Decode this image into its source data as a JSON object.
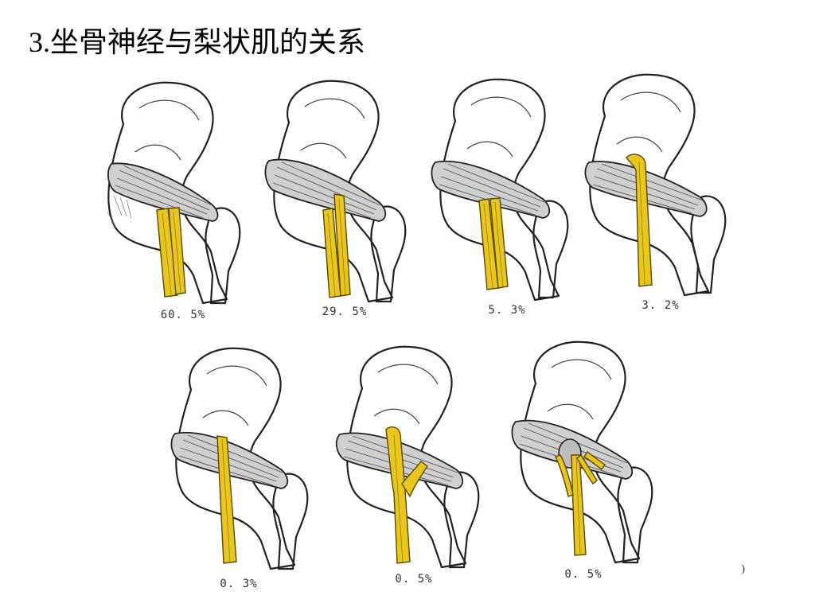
{
  "slide": {
    "title": "3.坐骨神经与梨状肌的关系",
    "corner_mark": ")"
  },
  "colors": {
    "nerve": "#e9c61c",
    "muscle": "#cfcfcf",
    "outline": "#222222"
  },
  "figures": [
    {
      "label": "60. 5%",
      "variant": "both-below"
    },
    {
      "label": "29. 5%",
      "variant": "split-through"
    },
    {
      "label": "5. 3%",
      "variant": "split-around"
    },
    {
      "label": "3. 2%",
      "variant": "above"
    },
    {
      "label": "0. 3%",
      "variant": "single-through"
    },
    {
      "label": "0. 5%",
      "variant": "split-through-low"
    },
    {
      "label": "0. 5%",
      "variant": "multi-branch"
    }
  ]
}
